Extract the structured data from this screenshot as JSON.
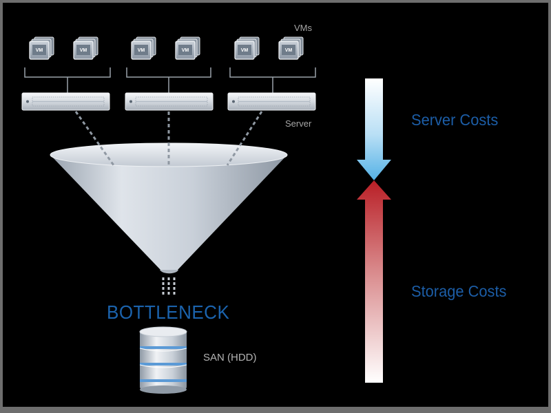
{
  "labels": {
    "vms": "VMs",
    "server": "Server",
    "bottleneck": "BOTTLENECK",
    "san": "SAN (HDD)",
    "server_costs": "Server Costs",
    "storage_costs": "Storage Costs",
    "vm_badge": "VM"
  },
  "colors": {
    "background": "#000000",
    "frame": "#6e6e6e",
    "accent_blue": "#1c5da6",
    "server_arrow_tip": "#5ab4e6",
    "storage_arrow_tip": "#c0262c"
  },
  "servers": [
    {
      "vms": [
        "VM",
        "VM"
      ]
    },
    {
      "vms": [
        "VM",
        "VM"
      ]
    },
    {
      "vms": [
        "VM",
        "VM"
      ]
    }
  ]
}
